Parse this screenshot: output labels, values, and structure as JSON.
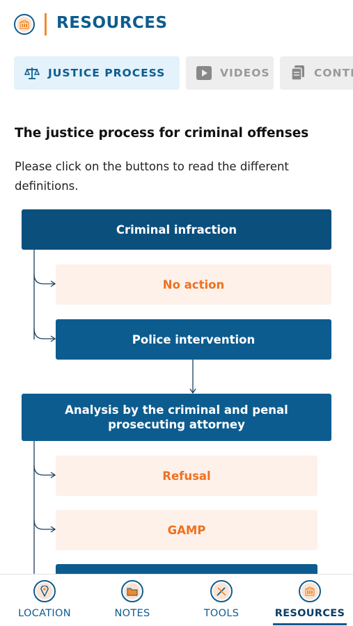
{
  "header": {
    "title": "RESOURCES",
    "logo_icon": "resources-building-icon"
  },
  "tabs": [
    {
      "label": "JUSTICE PROCESS",
      "icon": "scales-icon",
      "active": true
    },
    {
      "label": "VIDEOS",
      "icon": "play-icon",
      "active": false
    },
    {
      "label": "CONTE",
      "icon": "document-icon",
      "active": false
    }
  ],
  "content": {
    "title": "The justice process for criminal offenses",
    "description": "Please click on the buttons to read the different definitions."
  },
  "flowchart": {
    "criminal_infraction": "Criminal infraction",
    "no_action": "No action",
    "police_intervention": "Police intervention",
    "analysis": "Analysis by the criminal and penal prosecuting attorney",
    "refusal": "Refusal",
    "gamp": "GAMP"
  },
  "bottom_nav": [
    {
      "label": "LOCATION",
      "icon": "location-pin-icon",
      "active": false
    },
    {
      "label": "NOTES",
      "icon": "folder-icon",
      "active": false
    },
    {
      "label": "TOOLS",
      "icon": "tools-icon",
      "active": false
    },
    {
      "label": "RESOURCES",
      "icon": "resources-building-icon",
      "active": true
    }
  ],
  "colors": {
    "primary": "#0d5c8f",
    "accent": "#ef7120",
    "light_box": "#fef1ea",
    "tab_active_bg": "#e3f2fb"
  }
}
